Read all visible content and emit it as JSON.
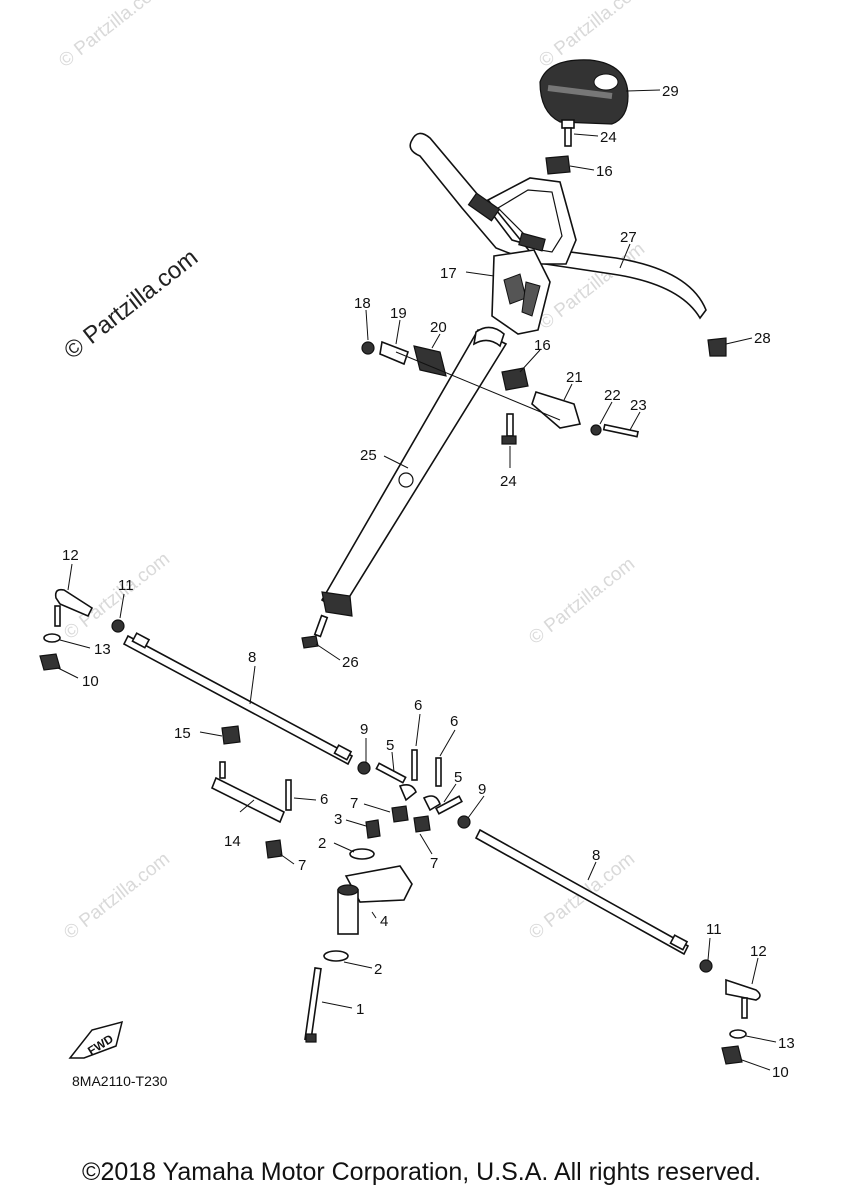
{
  "watermarks": {
    "main": "© Partzilla.com",
    "faint": "© Partzilla.com"
  },
  "callouts": [
    {
      "id": "c29",
      "label": "29"
    },
    {
      "id": "c24a",
      "label": "24"
    },
    {
      "id": "c16a",
      "label": "16"
    },
    {
      "id": "c27",
      "label": "27"
    },
    {
      "id": "c17",
      "label": "17"
    },
    {
      "id": "c28",
      "label": "28"
    },
    {
      "id": "c18",
      "label": "18"
    },
    {
      "id": "c19",
      "label": "19"
    },
    {
      "id": "c20",
      "label": "20"
    },
    {
      "id": "c16b",
      "label": "16"
    },
    {
      "id": "c21",
      "label": "21"
    },
    {
      "id": "c22",
      "label": "22"
    },
    {
      "id": "c23",
      "label": "23"
    },
    {
      "id": "c25",
      "label": "25"
    },
    {
      "id": "c24b",
      "label": "24"
    },
    {
      "id": "c12a",
      "label": "12"
    },
    {
      "id": "c11a",
      "label": "11"
    },
    {
      "id": "c13a",
      "label": "13"
    },
    {
      "id": "c10a",
      "label": "10"
    },
    {
      "id": "c26",
      "label": "26"
    },
    {
      "id": "c8a",
      "label": "8"
    },
    {
      "id": "c15",
      "label": "15"
    },
    {
      "id": "c9a",
      "label": "9"
    },
    {
      "id": "c6a",
      "label": "6"
    },
    {
      "id": "c6b",
      "label": "6"
    },
    {
      "id": "c5a",
      "label": "5"
    },
    {
      "id": "c6c",
      "label": "6"
    },
    {
      "id": "c7a",
      "label": "7"
    },
    {
      "id": "c5b",
      "label": "5"
    },
    {
      "id": "c9b",
      "label": "9"
    },
    {
      "id": "c3",
      "label": "3"
    },
    {
      "id": "c14",
      "label": "14"
    },
    {
      "id": "c2a",
      "label": "2"
    },
    {
      "id": "c7b",
      "label": "7"
    },
    {
      "id": "c7c",
      "label": "7"
    },
    {
      "id": "c8b",
      "label": "8"
    },
    {
      "id": "c4",
      "label": "4"
    },
    {
      "id": "c11b",
      "label": "11"
    },
    {
      "id": "c12b",
      "label": "12"
    },
    {
      "id": "c2b",
      "label": "2"
    },
    {
      "id": "c1",
      "label": "1"
    },
    {
      "id": "c13b",
      "label": "13"
    },
    {
      "id": "c10b",
      "label": "10"
    }
  ],
  "fwd_label": "FWD",
  "diagram_code": "8MA2110-T230",
  "copyright": "©2018 Yamaha Motor Corporation, U.S.A. All rights reserved."
}
